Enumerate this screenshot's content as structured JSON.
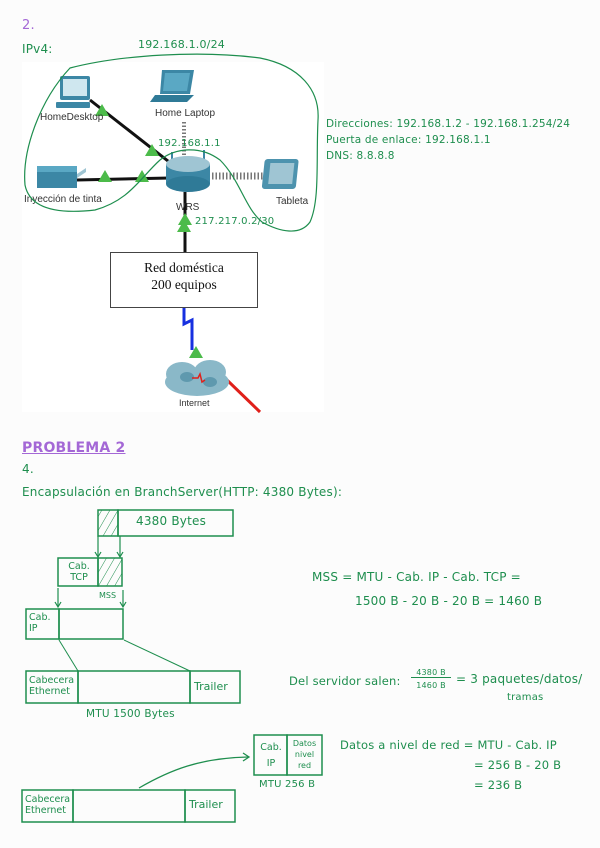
{
  "section_number": "2.",
  "ipv4_label": "IPv4:",
  "network_address": "192.168.1.0/24",
  "gateway_ip_label": "192.168.1.1",
  "wan_ip_label": "217.217.0.2/30",
  "diagram": {
    "devices": {
      "home_desktop": "HomeDesktop",
      "home_laptop": "Home Laptop",
      "printer": "Inyección de tinta",
      "router": "WRS",
      "tablet": "Tableta",
      "internet": "Internet"
    },
    "home_network_box": {
      "line1": "Red doméstica",
      "line2": "200 equipos"
    }
  },
  "config_notes": {
    "addresses": "Direcciones: 192.168.1.2 - 192.168.1.254/24",
    "gateway": "Puerta de enlace: 192.168.1.1",
    "dns": "DNS: 8.8.8.8"
  },
  "problem_title": "PROBLEMA 2",
  "problem_number": "4.",
  "encapsulation_title": "Encapsulación en BranchServer(HTTP: 4380 Bytes):",
  "encapsulation": {
    "app_data_label": "4380 Bytes",
    "tcp_header": "Cab. TCP",
    "mss_label": "MSS",
    "ip_header": "Cab. IP",
    "eth_header": "Cabecera Ethernet",
    "trailer": "Trailer",
    "mtu_label": "MTU 1500 Bytes"
  },
  "mss_formula": {
    "line1": "MSS = MTU - Cab. IP - Cab. TCP =",
    "line2": "1500 B - 20 B - 20 B = 1460 B"
  },
  "packets_calc": {
    "prefix": "Del servidor salen:",
    "numerator": "4380 B",
    "denominator": "1460 B",
    "result": "= 3 paquetes/datos/",
    "result_cont": "tramas"
  },
  "second_frame": {
    "ip_header": "Cab. IP",
    "net_data": "Datos nivel red",
    "mtu_label": "MTU 256 B",
    "eth_header": "Cabecera Ethernet",
    "trailer": "Trailer"
  },
  "net_data_formula": {
    "line1": "Datos a nivel de red = MTU - Cab. IP",
    "line2": "= 256 B - 20 B",
    "line3": "= 236 B"
  },
  "colors": {
    "ink_green": "#1e8e4e",
    "ink_purple": "#a468d6"
  }
}
